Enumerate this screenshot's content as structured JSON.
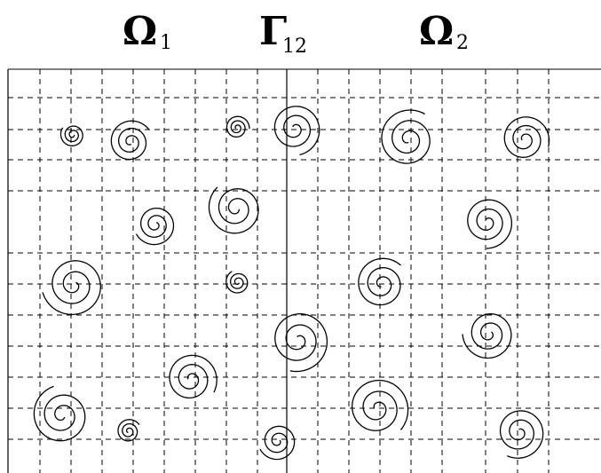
{
  "labels": {
    "omega1_main": "Ω",
    "omega1_sub": "1",
    "gamma_main": "Γ",
    "gamma_sub": "12",
    "omega2_main": "Ω",
    "omega2_sub": "2"
  },
  "colors": {
    "line": "#000000",
    "background": "#ffffff"
  }
}
